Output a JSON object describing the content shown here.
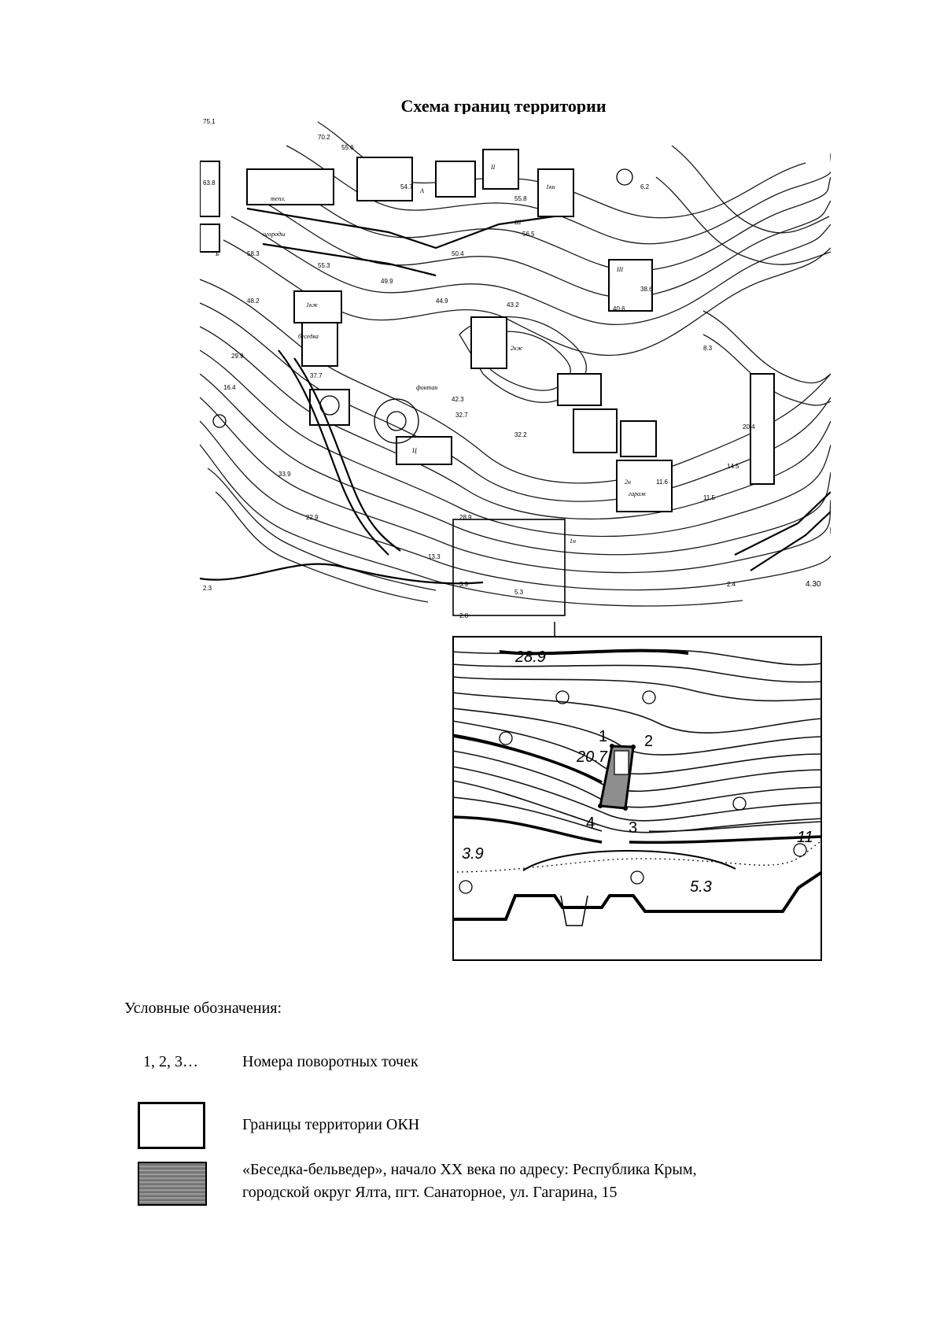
{
  "title": "Схема границ территории",
  "main_map": {
    "elevations": [
      "75.1",
      "70.2",
      "63.8",
      "58.3",
      "55.6",
      "54.7",
      "55.3",
      "55.8",
      "56.5",
      "50.4",
      "49.9",
      "48.2",
      "44.9",
      "43.2",
      "42.3",
      "40.6",
      "38.6",
      "37.7",
      "33.9",
      "32.7",
      "32.2",
      "29.9",
      "28.9",
      "22.9",
      "20.4",
      "16.4",
      "14.5",
      "13.3",
      "11.6",
      "11.5",
      "8.3",
      "6.2",
      "5.3",
      "3.9",
      "2.8",
      "2.4",
      "2.3"
    ],
    "building_labels": [
      "1кж",
      "2кж",
      "1кн",
      "1н",
      "2н",
      "тепл.",
      "гараж",
      "огороды",
      "беседка",
      "фонтан",
      "А",
      "Ц",
      "Ш",
      "Б",
      "II",
      "III"
    ],
    "corner_mark": "4.30"
  },
  "inset_map": {
    "elevations": [
      "28.9",
      "20.7",
      "3.9",
      "5.3",
      "11"
    ],
    "points": [
      "1",
      "2",
      "3",
      "4"
    ]
  },
  "legend": {
    "heading": "Условные обозначения:",
    "items": [
      {
        "symbol_text": "1, 2, 3…",
        "label": "Номера поворотных точек"
      },
      {
        "label": "Границы территории ОКН"
      },
      {
        "label_line1": "«Беседка-бельведер», начало XX века по адресу: Республика Крым,",
        "label_line2": "городской округ Ялта, пгт. Санаторное, ул. Гагарина, 15"
      }
    ]
  }
}
